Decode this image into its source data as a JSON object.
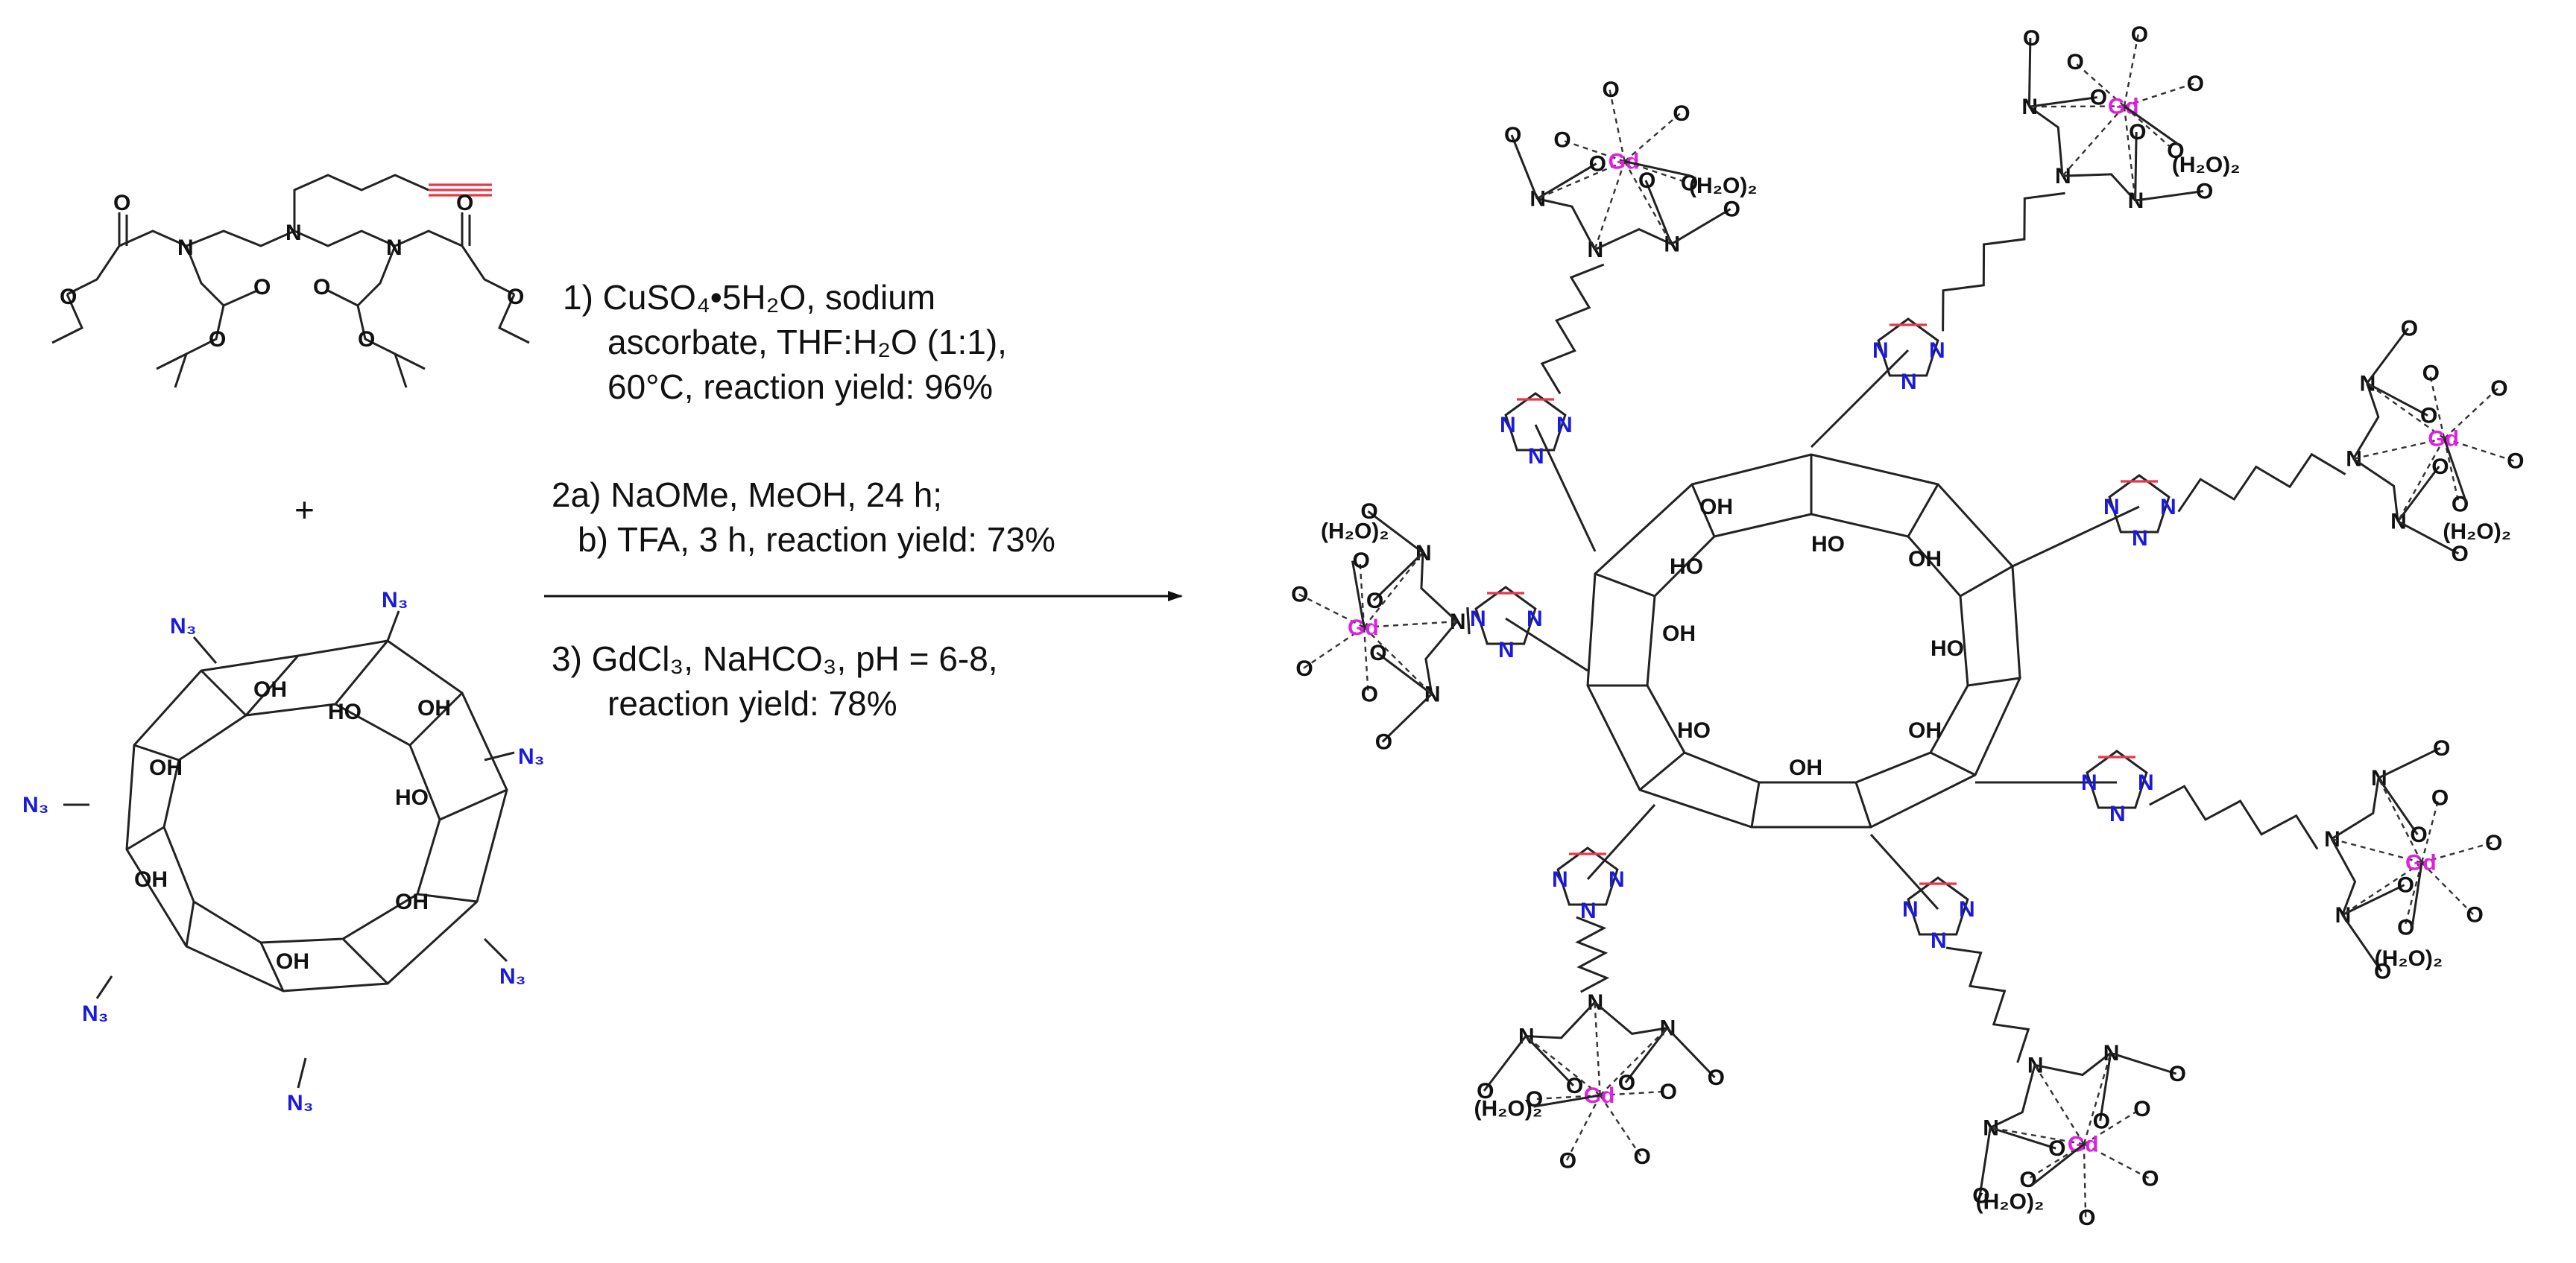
{
  "plus": "+",
  "conditions": {
    "step1_line1": "1)  CuSO₄•5H₂O, sodium",
    "step1_line2": "ascorbate, THF:H₂O (1:1),",
    "step1_line3": "60°C, reaction yield: 96%",
    "step2a": "2a)  NaOMe, MeOH, 24 h;",
    "step2b": "b)  TFA, 3 h, reaction yield:  73%",
    "step3_line1": "3)  GdCl₃, NaHCO₃, pH = 6-8,",
    "step3_line2": "reaction yield: 78%"
  },
  "atoms": {
    "gd": "Gd",
    "water": "(H₂O)₂",
    "n": "N",
    "o": "O",
    "oh": "OH",
    "ho": "HO",
    "n3": "N₃"
  },
  "colors": {
    "gd": "#e020e0",
    "azide": "#1a1adc",
    "alkyne": "#e5384a",
    "bond": "#222222"
  }
}
